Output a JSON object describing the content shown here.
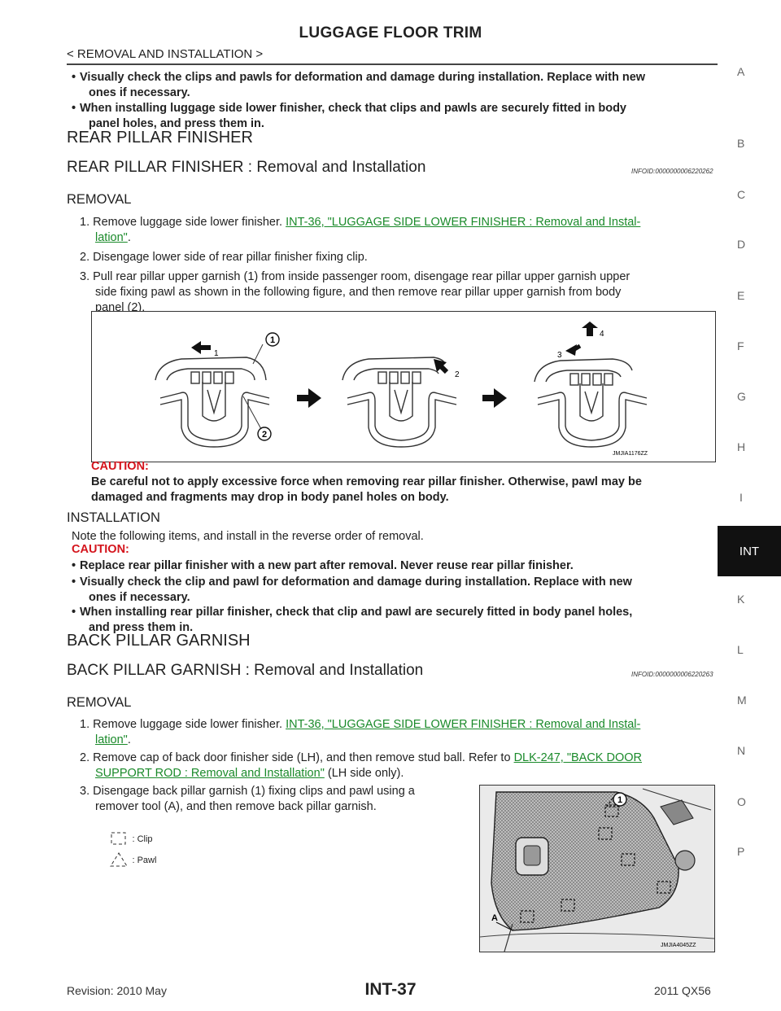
{
  "header": {
    "title": "LUGGAGE FLOOR TRIM",
    "breadcrumb": "< REMOVAL AND INSTALLATION >"
  },
  "side_index": {
    "letters": [
      "A",
      "B",
      "C",
      "D",
      "E",
      "F",
      "G",
      "H",
      "I",
      "INT",
      "K",
      "L",
      "M",
      "N",
      "O",
      "P"
    ],
    "active": "INT"
  },
  "intro_bullets": [
    {
      "l1": "Visually check the clips and pawls for deformation and damage during installation. Replace with new",
      "l2": "ones if necessary."
    },
    {
      "l1": "When installing luggage side lower finisher, check that clips and pawls are securely fitted in body",
      "l2": "panel holes, and press them in."
    }
  ],
  "section1": {
    "heading": "REAR PILLAR FINISHER",
    "subheading": "REAR PILLAR FINISHER : Removal and Installation",
    "infoid": "INFOID:0000000006220262",
    "removal_heading": "REMOVAL",
    "step1_prefix": "1.  Remove luggage side lower finisher.",
    "step1_link_a": "INT-36, \"LUGGAGE SIDE LOWER FINISHER : Removal and Instal-",
    "step1_link_b": "lation\"",
    "step1_suffix": ".",
    "step2": "2.  Disengage lower side of rear pillar finisher fixing clip.",
    "step3_l1": "3.  Pull rear pillar upper garnish (1) from inside passenger room, disengage rear pillar upper garnish upper",
    "step3_l2": "side fixing pawl as shown in the following figure, and then remove rear pillar upper garnish from body",
    "step3_l3": "panel (2).",
    "figure": {
      "code": "JMJIA1176ZZ",
      "callout_1": "1",
      "callout_2": "2",
      "arrow_1": "1",
      "arrow_2": "2",
      "arrow_3": "3",
      "arrow_4": "4"
    },
    "caution_label": "CAUTION:",
    "caution_l1": "Be careful not to apply excessive force when removing rear pillar finisher. Otherwise, pawl may be",
    "caution_l2": "damaged and fragments may drop in body panel holes on body.",
    "installation_heading": "INSTALLATION",
    "install_note": "Note the following items, and install in the reverse order of removal.",
    "install_caution_label": "CAUTION:",
    "install_bullets": [
      {
        "l1": "Replace rear pillar finisher with a new part after removal. Never reuse rear pillar finisher.",
        "l2": ""
      },
      {
        "l1": "Visually check the clip and pawl for deformation and damage during installation. Replace with new",
        "l2": "ones if necessary."
      },
      {
        "l1": "When installing rear pillar finisher, check that clip and pawl are securely fitted in body panel holes,",
        "l2": "and press them in."
      }
    ]
  },
  "section2": {
    "heading": "BACK PILLAR GARNISH",
    "subheading": "BACK PILLAR GARNISH : Removal and Installation",
    "infoid": "INFOID:0000000006220263",
    "removal_heading": "REMOVAL",
    "step1_prefix": "1.  Remove luggage side lower finisher.",
    "step1_link_a": "INT-36, \"LUGGAGE SIDE LOWER FINISHER : Removal and Instal-",
    "step1_link_b": "lation\"",
    "step1_suffix": ".",
    "step2_prefix": "2.  Remove cap of back door finisher side (LH), and then remove stud ball. Refer to",
    "step2_link_a": "DLK-247, \"BACK DOOR",
    "step2_link_b": "SUPPORT ROD : Removal and Installation\"",
    "step2_suffix": "(LH side only).",
    "step3_l1": "3.  Disengage back pillar garnish (1) fixing clips and pawl using a",
    "step3_l2": "remover tool (A), and then remove back pillar garnish.",
    "legend_clip": ": Clip",
    "legend_pawl": ": Pawl",
    "figure": {
      "code": "JMJIA4045ZZ",
      "callout_1": "1",
      "callout_a": "A"
    }
  },
  "footer": {
    "revision": "Revision: 2010 May",
    "page": "INT-37",
    "model": "2011 QX56"
  }
}
